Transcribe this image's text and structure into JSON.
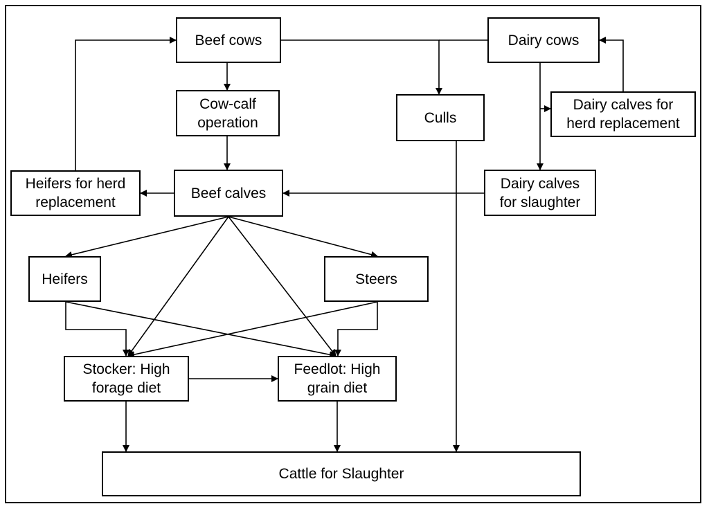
{
  "nodes": {
    "beef_cows": "Beef cows",
    "dairy_cows": "Dairy cows",
    "cow_calf": "Cow-calf\noperation",
    "culls": "Culls",
    "dairy_calves_replacement": "Dairy calves for\nherd replacement",
    "heifers_replacement": "Heifers for herd\nreplacement",
    "beef_calves": "Beef calves",
    "dairy_calves_slaughter": "Dairy calves\nfor slaughter",
    "heifers": "Heifers",
    "steers": "Steers",
    "stocker": "Stocker: High\nforage diet",
    "feedlot": "Feedlot: High\ngrain diet",
    "cattle_slaughter": "Cattle for Slaughter"
  }
}
